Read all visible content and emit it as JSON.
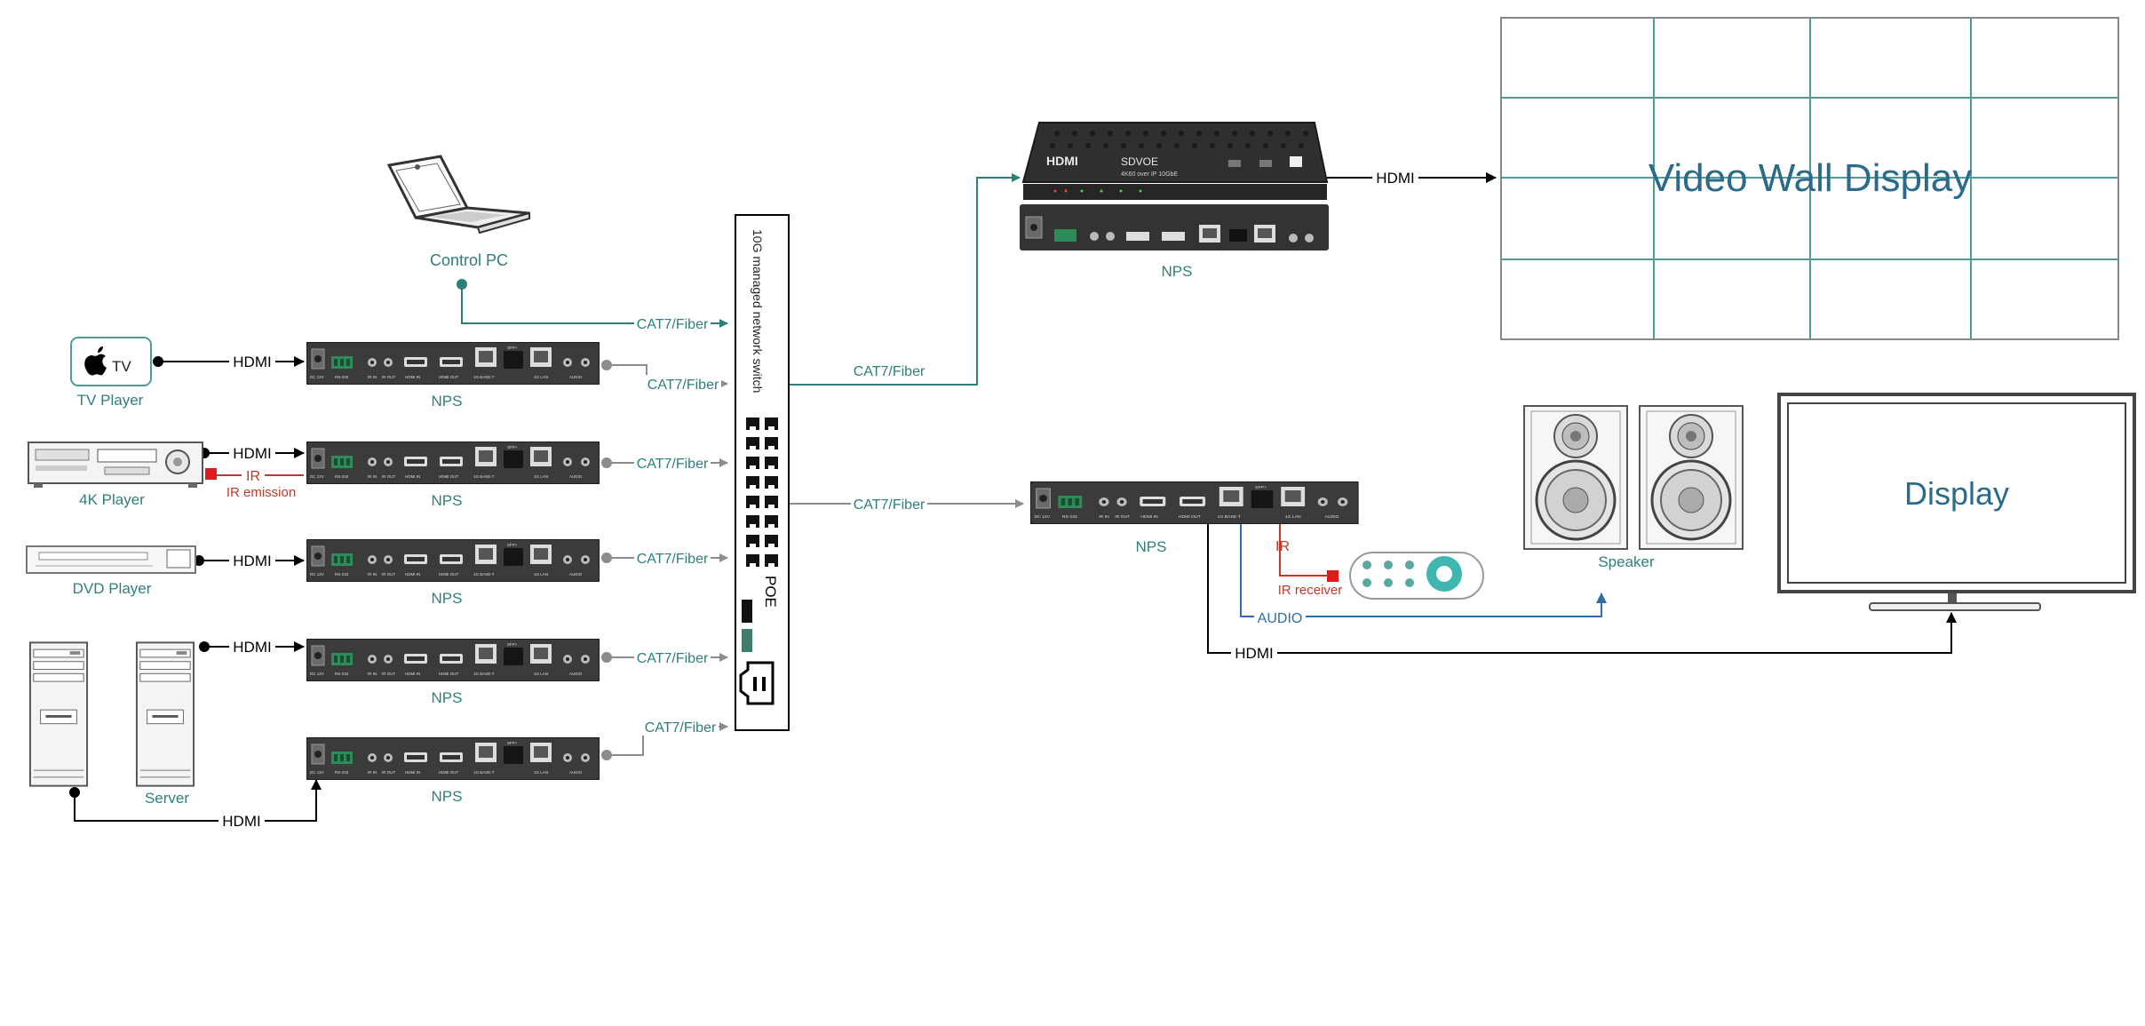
{
  "switch": {
    "name": "10G managed network switch",
    "poe": "POE"
  },
  "link_labels": {
    "hdmi": "HDMI",
    "cat7": "CAT7/Fiber",
    "ir": "IR",
    "ir_emission": "IR emission",
    "ir_receiver": "IR receiver",
    "audio": "AUDIO"
  },
  "sources": {
    "control_pc": "Control PC",
    "tv_player": "TV Player",
    "tv_logo": "TV",
    "player_4k": "4K Player",
    "dvd_player": "DVD Player",
    "server": "Server"
  },
  "nps_label": "NPS",
  "nps_panel": {
    "dc": "DC 12V",
    "rs232": "RS-232",
    "ir_in": "IR IN",
    "ir_out": "IR OUT",
    "hdmi_in": "HDMI IN",
    "hdmi_out": "HDMI OUT",
    "base_t": "1G BASE-T",
    "sfp": "SFP+",
    "lan": "1G LAN",
    "audio": "AUDIO"
  },
  "large_unit": {
    "brand": "HDMI",
    "logo": "SDVOE",
    "model": "4K60 over IP 10GbE"
  },
  "outputs": {
    "video_wall": "Video Wall Display",
    "speaker": "Speaker",
    "display": "Display"
  },
  "colors": {
    "teal": "#2e7f7c",
    "gray_line": "#8c8c8c",
    "ir_red": "#c0392b",
    "audio_blue": "#2d6fa6",
    "device_dark": "#3a3a3a",
    "wall_grid": "#4f9b98"
  }
}
